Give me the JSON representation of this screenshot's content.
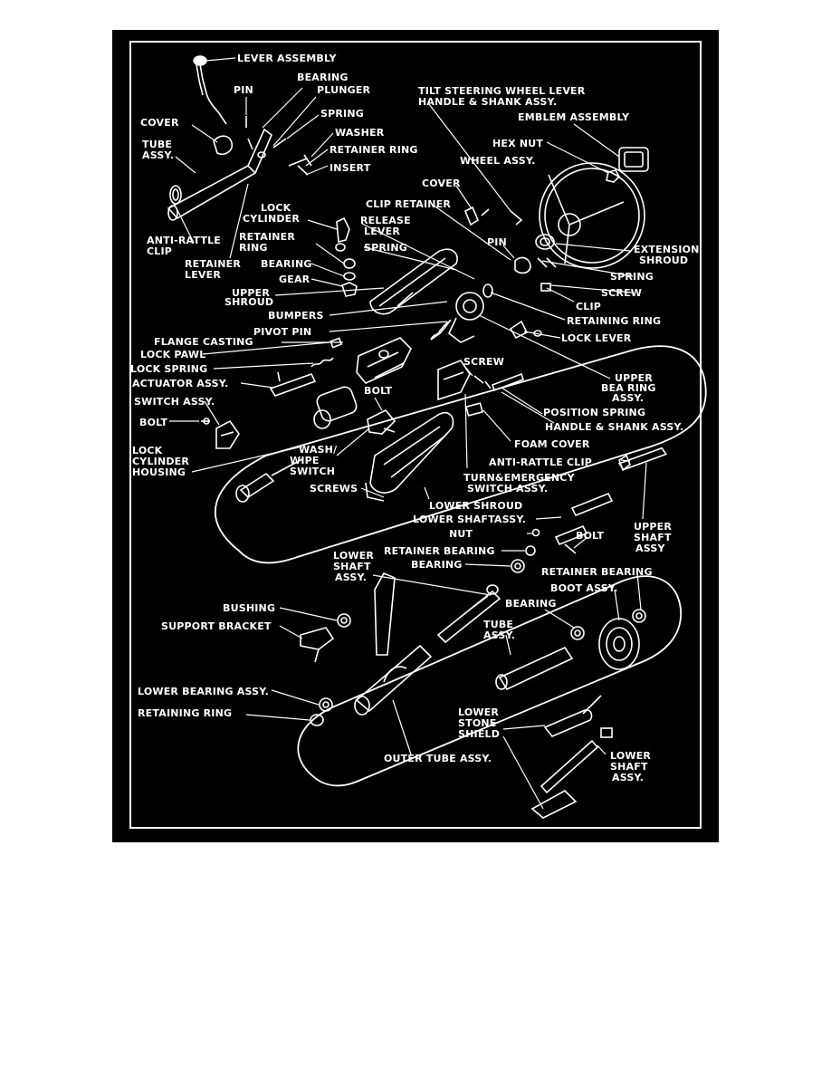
{
  "colors": {
    "background": "#000000",
    "ink": "#ffffff",
    "page": "#ffffff"
  },
  "labels": {
    "lever_assembly": "LEVER ASSEMBLY",
    "bearing_top": "BEARING",
    "pin_top": "PIN",
    "plunger": "PLUNGER",
    "cover_left": "COVER",
    "spring_top": "SPRING",
    "tube_l1": "TUBE",
    "tube_l2": "ASSY.",
    "washer": "WASHER",
    "retainer_ring_top": "RETAINER RING",
    "insert": "INSERT",
    "tilt_l1": "TILT STEERING WHEEL LEVER",
    "tilt_l2": "HANDLE & SHANK ASSY.",
    "emblem_assembly": "EMBLEM ASSEMBLY",
    "hex_nut": "HEX NUT",
    "wheel_assy": "WHEEL ASSY.",
    "cover_mid": "COVER",
    "clip_retainer": "CLIP RETAINER",
    "lock_cyl_l1": "LOCK",
    "lock_cyl_l2": "CYLINDER",
    "release_l1": "RELEASE",
    "release_l2": "LEVER",
    "antirattle_l1": "ANTI-RATTLE",
    "antirattle_l2": "CLIP",
    "retainer_ring_l1": "RETAINER",
    "retainer_ring_l2": "RING",
    "spring_release": "SPRING",
    "pin_mid": "PIN",
    "extension_l1": "EXTENSION",
    "extension_l2": "SHROUD",
    "retainer_lever_l1": "RETAINER",
    "retainer_lever_l2": "LEVER",
    "bearing_mid": "BEARING",
    "gear": "GEAR",
    "spring_right": "SPRING",
    "screw_right": "SCREW",
    "upper_shroud_l1": "UPPER",
    "upper_shroud_l2": "SHROUD",
    "clip": "CLIP",
    "bumpers": "BUMPERS",
    "retaining_ring_right": "RETAINING RING",
    "pivot_pin": "PIVOT PIN",
    "flange_casting": "FLANGE CASTING",
    "lock_lever": "LOCK LEVER",
    "lock_pawl": "LOCK PAWL",
    "lock_spring": "LOCK SPRING",
    "screw_mid": "SCREW",
    "upper_bearing_l1": "UPPER",
    "upper_bearing_l2": "BEA RING",
    "upper_bearing_l3": "ASSY.",
    "actuator_assy": "ACTUATOR ASSY.",
    "bolt_mid": "BOLT",
    "position_spring": "POSITION SPRING",
    "switch_assy": "SWITCH ASSY.",
    "handle_shank": "HANDLE & SHANK ASSY.",
    "bolt_left": "BOLT",
    "foam_cover": "FOAM COVER",
    "lock_cyl_housing_l1": "LOCK",
    "lock_cyl_housing_l2": "CYLINDER",
    "lock_cyl_housing_l3": "HOUSING",
    "wash_wipe_l1": "WASH/",
    "wash_wipe_l2": "WIPE",
    "wash_wipe_l3": "SWITCH",
    "anti_rattle_clip": "ANTI-RATTLE CLIP",
    "turn_l1": "TURN&EMERGENCY",
    "turn_l2": "SWITCH ASSY.",
    "screws": "SCREWS",
    "lower_shroud": "LOWER SHROUD",
    "lower_shaft_assy_top": "LOWER SHAFTASSY.",
    "nut": "NUT",
    "bolt_right": "BOLT",
    "upper_shaft_l1": "UPPER",
    "upper_shaft_l2": "SHAFT",
    "upper_shaft_l3": "ASSY",
    "retainer_bearing_mid": "RETAINER BEARING",
    "lower_shaft_l1": "LOWER",
    "lower_shaft_l2": "SHAFT",
    "lower_shaft_l3": "ASSY.",
    "bearing_lower": "BEARING",
    "retainer_bearing_right": "RETAINER BEARING",
    "boot_assy": "BOOT ASSY.",
    "bushing": "BUSHING",
    "bearing_right_low": "BEARING",
    "support_bracket": "SUPPORT BRACKET",
    "tube_low_l1": "TUBE",
    "tube_low_l2": "ASSY.",
    "lower_bearing_assy": "LOWER BEARING ASSY.",
    "retaining_ring_low": "RETAINING RING",
    "stone_l1": "LOWER",
    "stone_l2": "STONE",
    "stone_l3": "SHIELD",
    "lower_shaft_b_l1": "LOWER",
    "lower_shaft_b_l2": "SHAFT",
    "lower_shaft_b_l3": "ASSY.",
    "outer_tube_assy": "OUTER TUBE ASSY."
  }
}
